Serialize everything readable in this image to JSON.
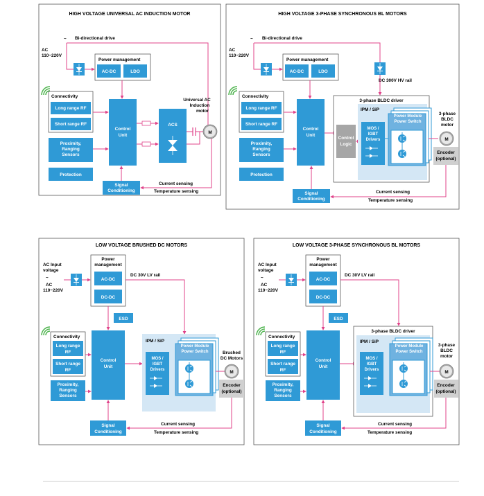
{
  "panels": [
    {
      "title": "HIGH VOLTAGE UNIVERSAL AC INDUCTION MOTOR",
      "ac_label_1": "AC",
      "ac_label_2": "110~220V",
      "tilde": "~",
      "drive": "Bi-directional drive",
      "power_management": "Power management",
      "acdc": "AC-DC",
      "ldo": "LDO",
      "connectivity": "Connectivity",
      "long_range": "Long range RF",
      "short_range": "Short range RF",
      "control_1": "Control",
      "control_2": "Unit",
      "proximity_1": "Proximity,",
      "proximity_2": "Ranging",
      "proximity_3": "Sensors",
      "protection": "Protection",
      "acs": "ACS",
      "motor_1": "Universal AC",
      "motor_2": "Induction",
      "motor_3": "motor",
      "motor_symbol": "M",
      "signal_1": "Signal",
      "signal_2": "Conditioning",
      "current_sensing": "Current sensing",
      "temperature_sensing": "Temperature sensing"
    },
    {
      "title": "HIGH VOLTAGE 3-PHASE SYNCHRONOUS BL MOTORS",
      "ac_label_1": "AC",
      "ac_label_2": "110~220V",
      "tilde": "~",
      "drive": "Bi-directional drive",
      "power_management": "Power management",
      "acdc": "AC-DC",
      "ldo": "LDO",
      "rail": "DC 300V HV rail",
      "connectivity": "Connectivity",
      "long_range": "Long range RF",
      "short_range": "Short range RF",
      "control_1": "Control",
      "control_2": "Unit",
      "proximity_1": "Proximity,",
      "proximity_2": "Ranging",
      "proximity_3": "Sensors",
      "protection": "Protection",
      "bldc_driver": "3-phase BLDC driver",
      "control_logic_1": "Control",
      "control_logic_2": "Logic",
      "ipm": "IPM / SiP",
      "mos_1": "MOS /",
      "mos_2": "IGBT",
      "mos_3": "Drivers",
      "pm_1": "Power Module",
      "pm_2": "Power Switch",
      "motor_1": "3-phase",
      "motor_2": "BLDC",
      "motor_3": "motor",
      "motor_symbol": "M",
      "encoder_1": "Encoder",
      "encoder_2": "(optional)",
      "signal_1": "Signal",
      "signal_2": "Conditioning",
      "current_sensing": "Current sensing",
      "temperature_sensing": "Temperature sensing"
    },
    {
      "title": "LOW VOLTAGE BRUSHED DC MOTORS",
      "ac_input_1": "AC Input",
      "ac_input_2": "voltage",
      "tilde": "~",
      "ac_label_1": "AC",
      "ac_label_2": "110~220V",
      "power_management_1": "Power",
      "power_management_2": "management",
      "acdc": "AC-DC",
      "dcdc": "DC-DC",
      "rail": "DC 30V LV rail",
      "esd": "ESD",
      "connectivity": "Connectivity",
      "long_range_1": "Long range",
      "long_range_2": "RF",
      "short_range_1": "Short range",
      "short_range_2": "RF",
      "control_1": "Control",
      "control_2": "Unit",
      "proximity_1": "Proximity,",
      "proximity_2": "Ranging",
      "proximity_3": "Sensors",
      "ipm": "IPM / SiP",
      "mos_1": "MOS /",
      "mos_2": "IGBT",
      "mos_3": "Drivers",
      "pm_1": "Power Module",
      "pm_2": "Power Switch",
      "motor_1": "Brushed",
      "motor_2": "DC Motors",
      "motor_symbol": "M",
      "encoder_1": "Encoder",
      "encoder_2": "(optional)",
      "signal_1": "Signal",
      "signal_2": "Conditioning",
      "current_sensing": "Current sensing",
      "temperature_sensing": "Temperature sensing"
    },
    {
      "title": "LOW VOLTAGE 3-PHASE SYNCHRONOUS BL MOTORS",
      "ac_input_1": "AC Input",
      "ac_input_2": "voltage",
      "tilde": "~",
      "ac_label_1": "AC",
      "ac_label_2": "110~220V",
      "power_management_1": "Power",
      "power_management_2": "management",
      "acdc": "AC-DC",
      "dcdc": "DC-DC",
      "rail": "DC 30V LV rail",
      "esd": "ESD",
      "connectivity": "Connectivity",
      "long_range_1": "Long range",
      "long_range_2": "RF",
      "short_range_1": "Short range",
      "short_range_2": "RF",
      "control_1": "Control",
      "control_2": "Unit",
      "proximity_1": "Proximity,",
      "proximity_2": "Ranging",
      "proximity_3": "Sensors",
      "bldc_driver": "3-phase BLDC driver",
      "ipm": "IPM / SiP",
      "mos_1": "MOS /",
      "mos_2": "IGBT",
      "mos_3": "Drivers",
      "pm_1": "Power Module",
      "pm_2": "Power Switch",
      "motor_1": "3-phase",
      "motor_2": "BLDC",
      "motor_3": "motor",
      "motor_symbol": "M",
      "encoder_1": "Encoder",
      "encoder_2": "(optional)",
      "signal_1": "Signal",
      "signal_2": "Conditioning",
      "current_sensing": "Current sensing",
      "temperature_sensing": "Temperature sensing"
    }
  ],
  "icons": {
    "wifi": "wifi-icon",
    "diode": "diode-icon",
    "capacitor": "capacitor-icon",
    "triac": "triac-icon",
    "power_switch": "power-switch-icon"
  },
  "colors": {
    "block_blue": "#2f9ad6",
    "light_blue": "#d4e7f5",
    "module_blue": "#6fb2e0",
    "wire_pink": "#e0438a",
    "arrow_green": "#4db34d",
    "border_gray": "#555555",
    "control_logic_gray": "#a6a6a6"
  }
}
